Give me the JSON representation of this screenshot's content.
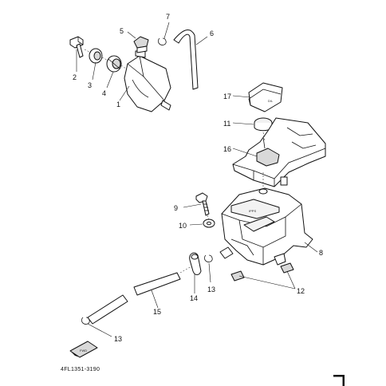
{
  "callouts": [
    {
      "id": "1",
      "label": "1"
    },
    {
      "id": "2",
      "label": "2"
    },
    {
      "id": "3",
      "label": "3"
    },
    {
      "id": "4",
      "label": "4"
    },
    {
      "id": "5",
      "label": "5"
    },
    {
      "id": "6",
      "label": "6"
    },
    {
      "id": "7",
      "label": "7"
    },
    {
      "id": "8",
      "label": "8"
    },
    {
      "id": "9",
      "label": "9"
    },
    {
      "id": "10",
      "label": "10"
    },
    {
      "id": "11",
      "label": "11"
    },
    {
      "id": "12",
      "label": "12"
    },
    {
      "id": "13a",
      "label": "13"
    },
    {
      "id": "13b",
      "label": "13"
    },
    {
      "id": "14",
      "label": "14"
    },
    {
      "id": "15",
      "label": "15"
    },
    {
      "id": "16",
      "label": "16"
    },
    {
      "id": "17",
      "label": "17"
    }
  ],
  "diagram_code": "4FL1351-3190",
  "fwd_label": "FWD",
  "icons": [
    "radiator-reservoir-tank-icon",
    "fwd-arrow-icon",
    "page-corner-mark-icon"
  ]
}
